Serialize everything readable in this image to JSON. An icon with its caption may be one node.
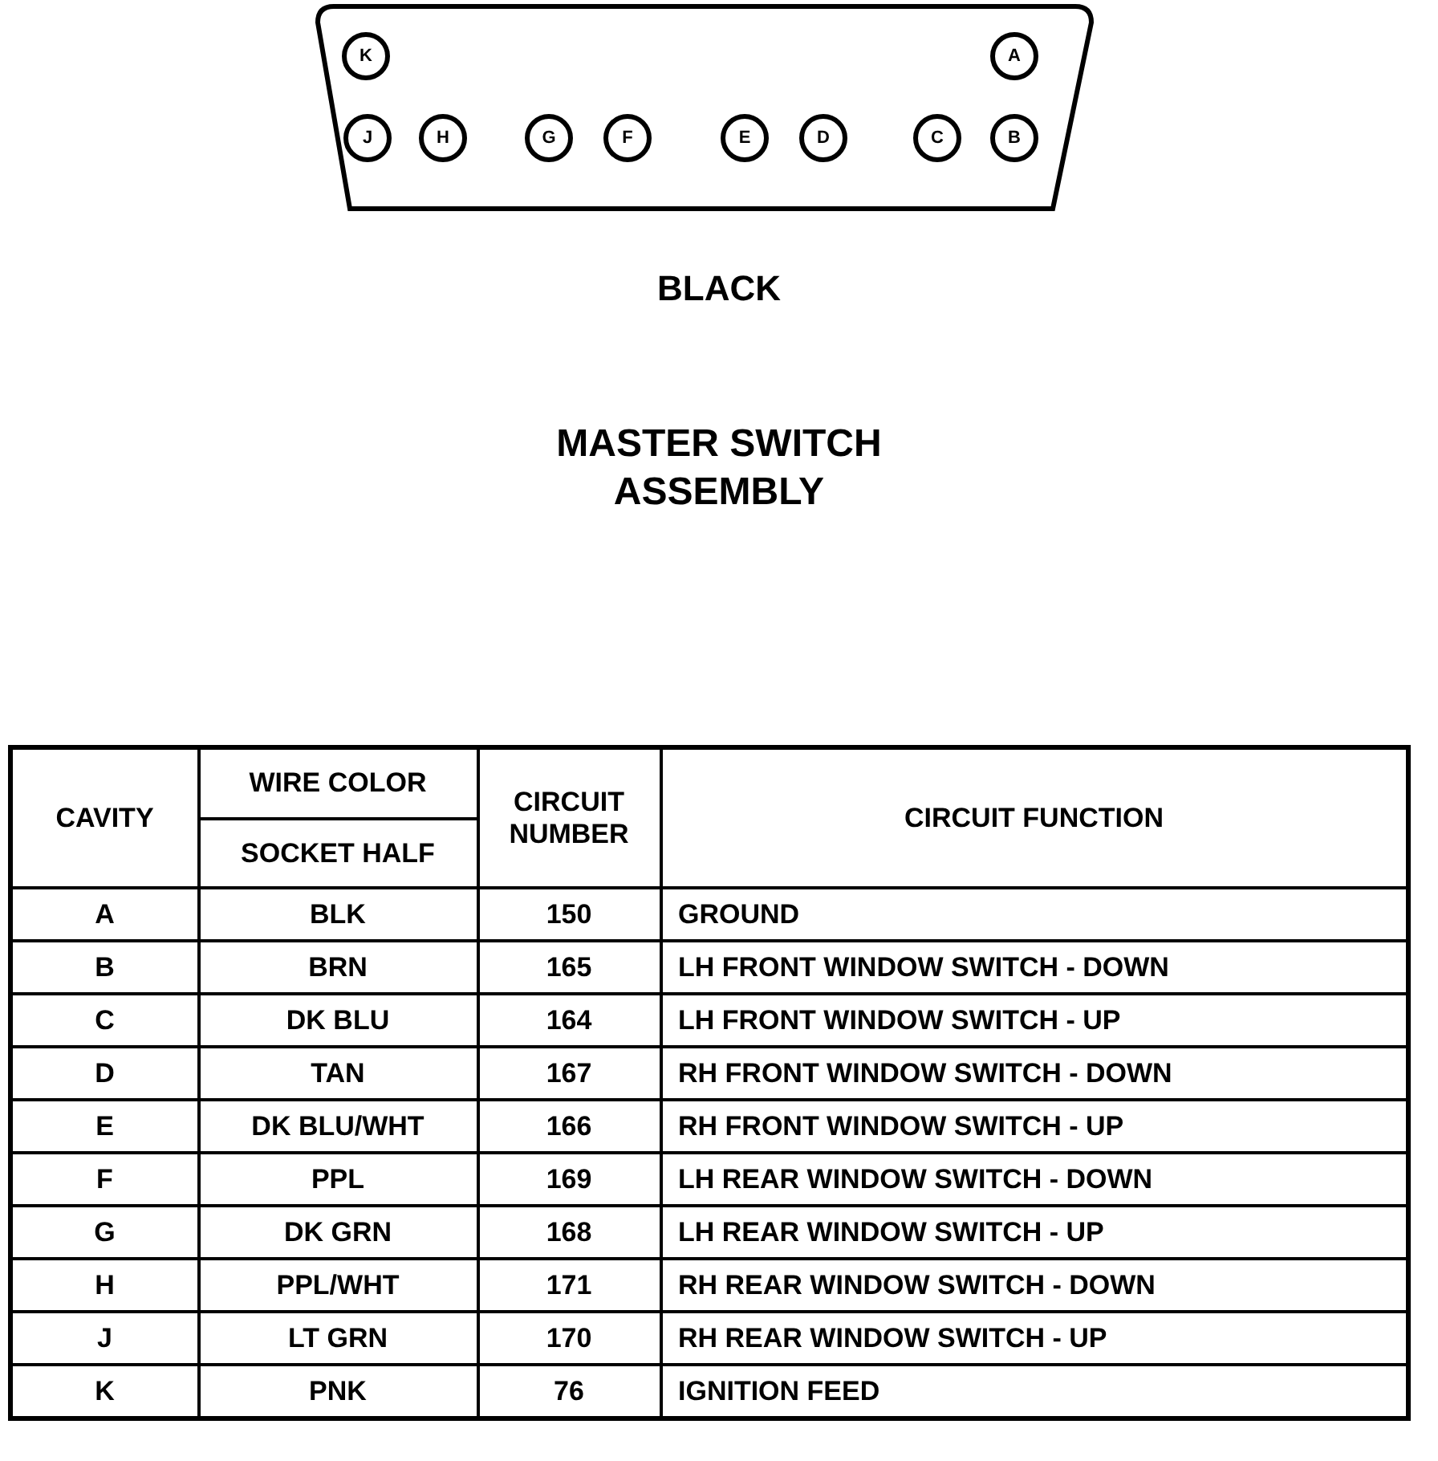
{
  "diagram": {
    "title": "MASTER SWITCH ASSEMBLY",
    "nodes": [
      {
        "text": [],
        "shape": "box"
      },
      {
        "text": [
          "K"
        ],
        "in": 0
      },
      {
        "text": [
          "A"
        ],
        "in": 0
      },
      {
        "text": [
          "J"
        ],
        "in": 0
      },
      {
        "text": [
          "H"
        ],
        "in": 0
      },
      {
        "text": [
          "G"
        ],
        "in": 0
      },
      {
        "text": [
          "F"
        ],
        "in": 0
      },
      {
        "text": [
          "E"
        ],
        "in": 0
      },
      {
        "text": [
          "D"
        ],
        "in": 0
      },
      {
        "text": [
          "C"
        ],
        "in": 0
      },
      {
        "text": [
          "B"
        ],
        "in": 0
      }
    ],
    "labels": [
      "BLACK",
      "CAVITY",
      "WIRE COLOR",
      "SOCKET HALF",
      "CIRCUIT NUMBER",
      "CIRCUIT FUNCTION",
      "A",
      "BLK",
      "150",
      "GROUND",
      "B",
      "BRN",
      "165",
      "LH FRONT WINDOW SWITCH - DOWN",
      "C",
      "DK BLU",
      "164",
      "LH FRONT WINDOW SWITCH - UP",
      "D",
      "TAN",
      "167",
      "RH FRONT WINDOW SWITCH - DOWN",
      "E",
      "DK BLU/WHT",
      "166",
      "RH FRONT WINDOW SWITCH - UP",
      "F",
      "PPL",
      "169",
      "LH REAR WINDOW SWITCH - DOWN",
      "G",
      "DK GRN",
      "168",
      "LH REAR WINDOW SWITCH - UP",
      "H",
      "PPL/WHT",
      "171",
      "RH REAR WINDOW SWITCH - DOWN",
      "J",
      "LT GRN",
      "170",
      "RH REAR WINDOW SWITCH - UP",
      "K",
      "PNK",
      "76",
      "IGNITION FEED"
    ]
  }
}
